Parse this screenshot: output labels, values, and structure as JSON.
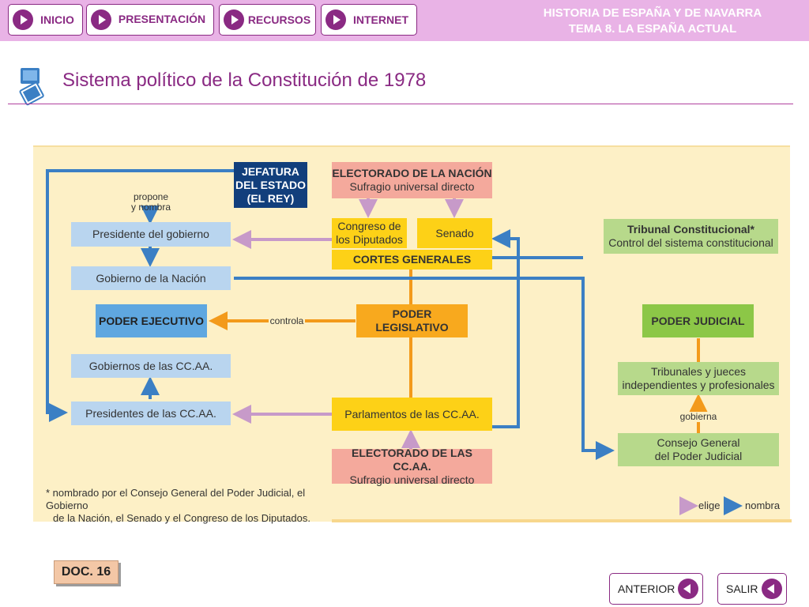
{
  "nav": {
    "inicio": "INICIO",
    "presentacion": "PRESENTACIÓN",
    "recursos": "RECURSOS",
    "internet": "INTERNET"
  },
  "course": {
    "line1": "HISTORIA DE ESPAÑA Y DE NAVARRA",
    "line2": "TEMA 8. LA ESPAÑA ACTUAL"
  },
  "page_title": "Sistema político de la Constitución de 1978",
  "diagram": {
    "jefatura": [
      "JEFATURA",
      "DEL ESTADO",
      "(EL REY)"
    ],
    "propone": [
      "propone",
      "y nombra"
    ],
    "presidente_gobierno": "Presidente del gobierno",
    "gobierno_nacion": "Gobierno de la Nación",
    "poder_ejecutivo": "PODER EJECUTIVO",
    "gobiernos_ccaa": "Gobiernos de las CC.AA.",
    "presidentes_ccaa": "Presidentes de las CC.AA.",
    "electorado_nacion": {
      "title": "ELECTORADO DE LA NACIÓN",
      "sub": "Sufragio universal directo"
    },
    "congreso": [
      "Congreso de",
      "los Diputados"
    ],
    "senado": "Senado",
    "cortes": "CORTES GENERALES",
    "controla": "controla",
    "poder_legislativo": "PODER LEGISLATIVO",
    "parlamentos": "Parlamentos de las CC.AA.",
    "electorado_ccaa": {
      "title": "ELECTORADO DE LAS CC.AA.",
      "sub": "Sufragio universal directo"
    },
    "tribunal": {
      "title": "Tribunal Constitucional*",
      "sub": "Control del sistema constitucional"
    },
    "poder_judicial": "PODER JUDICIAL",
    "tribunales": [
      "Tribunales y jueces",
      "independientes y profesionales"
    ],
    "gobierna": "gobierna",
    "consejo": [
      "Consejo General",
      "del Poder Judicial"
    ],
    "footnote": [
      "* nombrado por el Consejo General del Poder Judicial, el Gobierno",
      "de la Nación, el Senado y el Congreso de los Diputados."
    ],
    "legend": {
      "elige": "elige",
      "nombra": "nombra"
    }
  },
  "colors": {
    "elige_arrow": "#c79ac9",
    "nombra_arrow": "#3b7fc4",
    "orange_line": "#f39a1b",
    "accent": "#8a2a83"
  },
  "doc_badge": "DOC. 16",
  "bottom_nav": {
    "anterior": "ANTERIOR",
    "salir": "SALIR"
  }
}
